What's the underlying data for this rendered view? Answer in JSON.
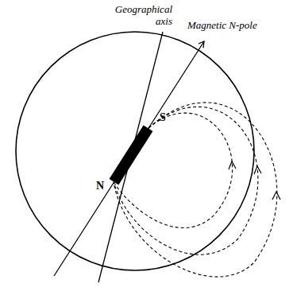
{
  "diagram": {
    "labels": [
      "Geographical axis",
      "Magnetic N-pole",
      "N",
      "S"
    ]
  }
}
